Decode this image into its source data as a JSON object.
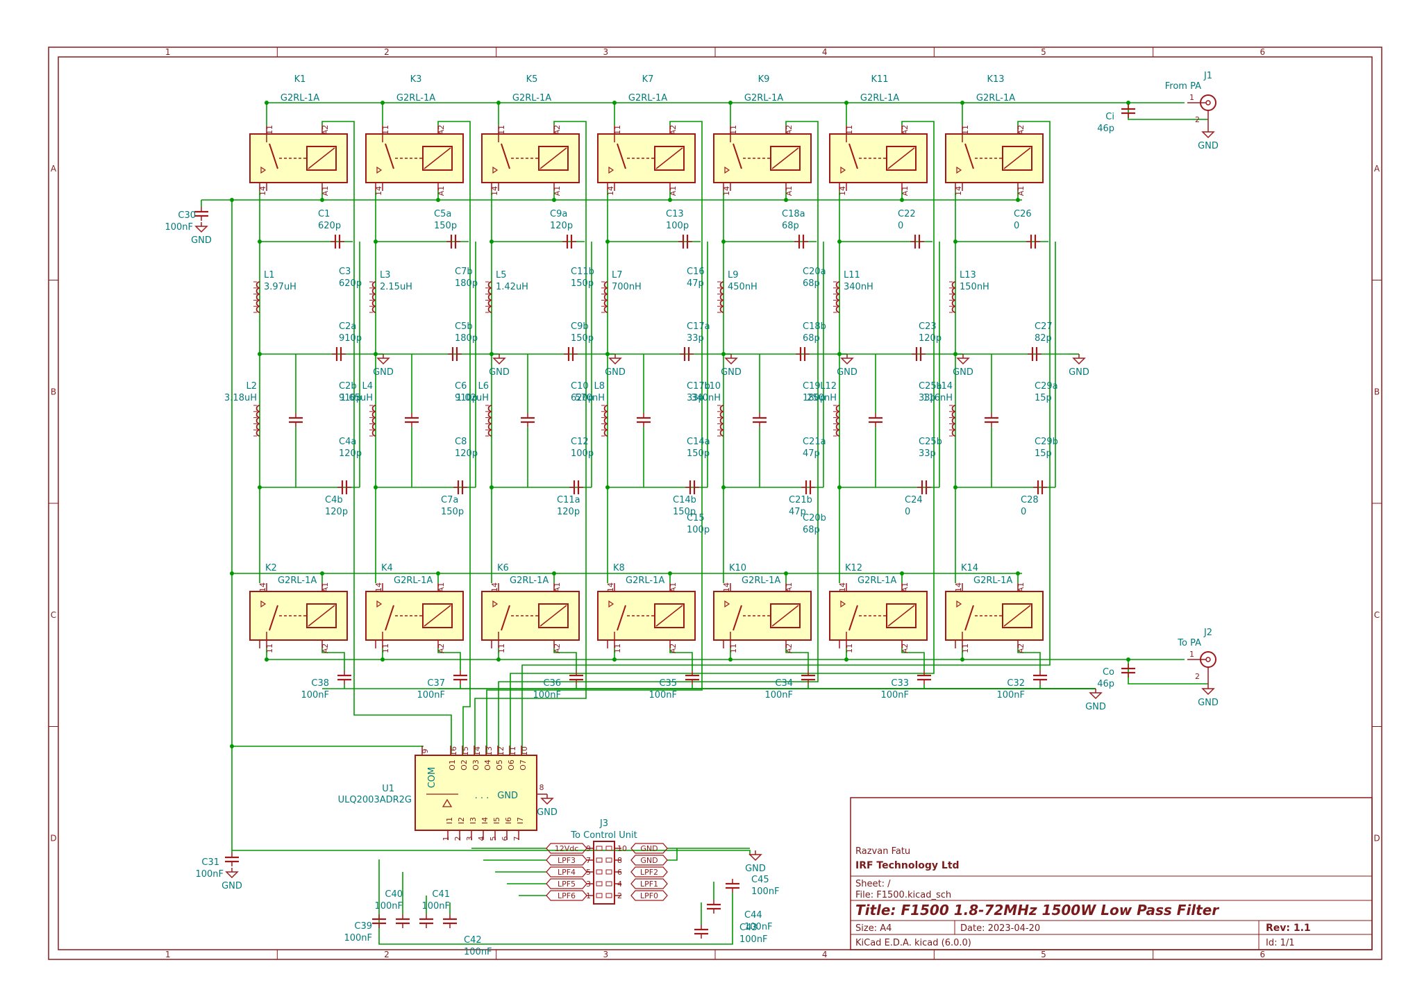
{
  "frame": {
    "col_labels": [
      "1",
      "2",
      "3",
      "4",
      "5",
      "6"
    ],
    "row_labels": [
      "A",
      "B",
      "C",
      "D"
    ]
  },
  "colors": {
    "wire": "#009900",
    "part": "#a01818",
    "fill": "#ffffc0",
    "text": "#007a7a",
    "frame": "#8a1a1a"
  },
  "title_block": {
    "author": "Razvan Fatu",
    "company": "IRF Technology Ltd",
    "sheet": "Sheet: /",
    "file": "File: F1500.kicad_sch",
    "title": "Title: F1500 1.8-72MHz 1500W Low Pass Filter",
    "size": "Size: A4",
    "date": "Date: 2023-04-20",
    "rev": "Rev: 1.1",
    "tool": "KiCad E.D.A.  kicad (6.0.0)",
    "id": "Id: 1/1"
  },
  "relays_top": [
    {
      "ref": "K1",
      "value": "G2RL-1A"
    },
    {
      "ref": "K3",
      "value": "G2RL-1A"
    },
    {
      "ref": "K5",
      "value": "G2RL-1A"
    },
    {
      "ref": "K7",
      "value": "G2RL-1A"
    },
    {
      "ref": "K9",
      "value": "G2RL-1A"
    },
    {
      "ref": "K11",
      "value": "G2RL-1A"
    },
    {
      "ref": "K13",
      "value": "G2RL-1A"
    }
  ],
  "relays_bottom": [
    {
      "ref": "K2",
      "value": "G2RL-1A"
    },
    {
      "ref": "K4",
      "value": "G2RL-1A"
    },
    {
      "ref": "K6",
      "value": "G2RL-1A"
    },
    {
      "ref": "K8",
      "value": "G2RL-1A"
    },
    {
      "ref": "K10",
      "value": "G2RL-1A"
    },
    {
      "ref": "K12",
      "value": "G2RL-1A"
    },
    {
      "ref": "K14",
      "value": "G2RL-1A"
    }
  ],
  "relay_pins": {
    "p11": "11",
    "p14": "14",
    "a1": "A1",
    "a2": "A2"
  },
  "decoupling_caps": [
    {
      "ref": "C38",
      "value": "100nF"
    },
    {
      "ref": "C37",
      "value": "100nF"
    },
    {
      "ref": "C36",
      "value": "100nF"
    },
    {
      "ref": "C35",
      "value": "100nF"
    },
    {
      "ref": "C34",
      "value": "100nF"
    },
    {
      "ref": "C33",
      "value": "100nF"
    },
    {
      "ref": "C32",
      "value": "100nF"
    }
  ],
  "filters": [
    {
      "inductors": [
        {
          "ref": "L1",
          "value": "3.97uH"
        },
        {
          "ref": "L2",
          "value": "3.18uH"
        }
      ],
      "caps": [
        {
          "ref": "C1",
          "value": "620p"
        },
        {
          "ref": "C2a",
          "value": "910p"
        },
        {
          "ref": "C2b",
          "value": "910p"
        },
        {
          "ref": "C4a",
          "value": "120p"
        },
        {
          "ref": "C4b",
          "value": "120p"
        },
        {
          "ref": "C3",
          "value": "620p"
        }
      ]
    },
    {
      "inductors": [
        {
          "ref": "L3",
          "value": "2.15uH"
        },
        {
          "ref": "L4",
          "value": "1.65uH"
        }
      ],
      "caps": [
        {
          "ref": "C5a",
          "value": "150p"
        },
        {
          "ref": "C5b",
          "value": "180p"
        },
        {
          "ref": "C6",
          "value": "910p"
        },
        {
          "ref": "C8",
          "value": "120p"
        },
        {
          "ref": "C7a",
          "value": "150p"
        },
        {
          "ref": "C7b",
          "value": "180p"
        }
      ]
    },
    {
      "inductors": [
        {
          "ref": "L5",
          "value": "1.42uH"
        },
        {
          "ref": "L6",
          "value": "1.02uH"
        }
      ],
      "caps": [
        {
          "ref": "C9a",
          "value": "120p"
        },
        {
          "ref": "C9b",
          "value": "150p"
        },
        {
          "ref": "C10",
          "value": "620p"
        },
        {
          "ref": "C12",
          "value": "100p"
        },
        {
          "ref": "C11a",
          "value": "120p"
        },
        {
          "ref": "C11b",
          "value": "150p"
        }
      ]
    },
    {
      "inductors": [
        {
          "ref": "L7",
          "value": "700nH"
        },
        {
          "ref": "L8",
          "value": "570nH"
        }
      ],
      "caps": [
        {
          "ref": "C13",
          "value": "100p"
        },
        {
          "ref": "C17a",
          "value": "33p"
        },
        {
          "ref": "C17b",
          "value": "33p"
        },
        {
          "ref": "C14a",
          "value": "150p"
        },
        {
          "ref": "C14b",
          "value": "150p"
        },
        {
          "ref": "C16",
          "value": "47p"
        },
        {
          "ref": "C15",
          "value": "100p"
        }
      ]
    },
    {
      "inductors": [
        {
          "ref": "L9",
          "value": "450nH"
        },
        {
          "ref": "L10",
          "value": "340nH"
        }
      ],
      "caps": [
        {
          "ref": "C18a",
          "value": "68p"
        },
        {
          "ref": "C18b",
          "value": "68p"
        },
        {
          "ref": "C19",
          "value": "180p"
        },
        {
          "ref": "C21a",
          "value": "47p"
        },
        {
          "ref": "C21b",
          "value": "47p"
        },
        {
          "ref": "C20a",
          "value": "68p"
        },
        {
          "ref": "C20b",
          "value": "68p"
        }
      ]
    },
    {
      "inductors": [
        {
          "ref": "L11",
          "value": "340nH"
        },
        {
          "ref": "L12",
          "value": "250nH"
        }
      ],
      "caps": [
        {
          "ref": "C22",
          "value": "0"
        },
        {
          "ref": "C23",
          "value": "120p"
        },
        {
          "ref": "C25a",
          "value": "33p"
        },
        {
          "ref": "C25b",
          "value": "33p"
        },
        {
          "ref": "C24",
          "value": "0"
        }
      ]
    },
    {
      "inductors": [
        {
          "ref": "L13",
          "value": "150nH"
        },
        {
          "ref": "L14",
          "value": "116nH"
        }
      ],
      "caps": [
        {
          "ref": "C26",
          "value": "0"
        },
        {
          "ref": "C27",
          "value": "82p"
        },
        {
          "ref": "C29a",
          "value": "15p"
        },
        {
          "ref": "C29b",
          "value": "15p"
        },
        {
          "ref": "C28",
          "value": "0"
        }
      ]
    }
  ],
  "gnd": "GND",
  "j1": {
    "ref": "J1",
    "value": "From PA",
    "p1": "1",
    "p2": "2"
  },
  "j2": {
    "ref": "J2",
    "value": "To PA",
    "p1": "1",
    "p2": "2"
  },
  "ci": {
    "ref": "Ci",
    "value": "46p"
  },
  "co": {
    "ref": "Co",
    "value": "46p"
  },
  "c30": {
    "ref": "C30",
    "value": "100nF"
  },
  "c31": {
    "ref": "C31",
    "value": "100nF"
  },
  "u1": {
    "ref": "U1",
    "value": "ULQ2003ADR2G",
    "com": "COM",
    "gnd": "GND",
    "dots": ". . .",
    "top_pins": [
      "9",
      "16",
      "15",
      "14",
      "13",
      "12",
      "11",
      "10"
    ],
    "top_names": [
      "O1",
      "O2",
      "O3",
      "O4",
      "O5",
      "O6",
      "O7"
    ],
    "bottom_pins": [
      "1",
      "2",
      "3",
      "4",
      "5",
      "6",
      "7"
    ],
    "bottom_names": [
      "I1",
      "I2",
      "I3",
      "I4",
      "I5",
      "I6",
      "I7"
    ],
    "gnd_pin": "8"
  },
  "j3": {
    "ref": "J3",
    "value": "To Control Unit",
    "left_labels": [
      "12Vdc",
      "LPF3",
      "LPF4",
      "LPF5",
      "LPF6"
    ],
    "left_pins": [
      "9",
      "7",
      "5",
      "3",
      "1"
    ],
    "right_pins": [
      "10",
      "8",
      "6",
      "4",
      "2"
    ],
    "right_labels": [
      "GND",
      "GND",
      "LPF2",
      "LPF1",
      "LPF0"
    ]
  },
  "ctl_caps": [
    {
      "ref": "C39",
      "value": "100nF"
    },
    {
      "ref": "C40",
      "value": "100nF"
    },
    {
      "ref": "C41",
      "value": "100nF"
    },
    {
      "ref": "C42",
      "value": "100nF"
    },
    {
      "ref": "C43",
      "value": "100nF"
    },
    {
      "ref": "C44",
      "value": "100nF"
    },
    {
      "ref": "C45",
      "value": "100nF"
    }
  ]
}
